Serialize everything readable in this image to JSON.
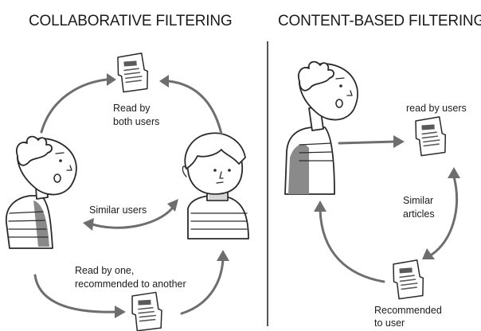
{
  "titles": {
    "left": "COLLABORATIVE FILTERING",
    "right": "CONTENT-BASED FILTERING"
  },
  "collaborative": {
    "read_by_both": [
      "Read by",
      "both users"
    ],
    "similar_users": "Similar users",
    "read_by_one": [
      "Read by one,",
      "recommended to another"
    ]
  },
  "content_based": {
    "read_by_users": "read by users",
    "similar_articles": [
      "Similar",
      "articles"
    ],
    "recommended": [
      "Recommended",
      "to user"
    ]
  },
  "colors": {
    "ink": "#2a2a2a",
    "arrow": "#6e6e6e",
    "shading": "#8a8a8a"
  },
  "icons": [
    "document-icon",
    "person-icon"
  ]
}
